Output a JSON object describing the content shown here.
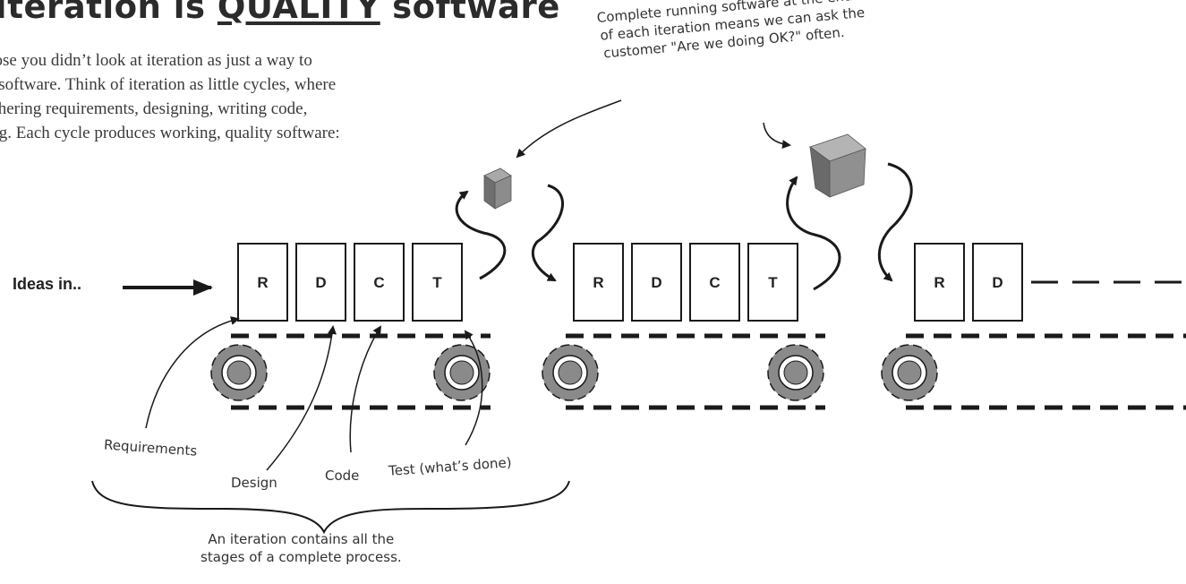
{
  "heading": {
    "prefix": "Iteration is ",
    "emphasis": "QUALITY",
    "suffix": " software"
  },
  "intro_lines": [
    "pose you didn’t look at iteration as just a way to",
    "g software. Think of iteration as little cycles, where",
    "athering requirements, designing, writing code,",
    "ing. Each cycle produces working, quality software:"
  ],
  "input_label": "Ideas in..",
  "annotations": {
    "top_note_lines": [
      "Complete running software at the end",
      "of each iteration means we can ask the",
      "customer \"Are we doing OK?\" often."
    ],
    "requirements": "Requirements",
    "design": "Design",
    "code": "Code",
    "test": "Test (what’s done)",
    "iteration_note_lines": [
      "An iteration contains all the",
      "stages of a complete process."
    ]
  },
  "iterations": [
    {
      "stages": [
        "R",
        "D",
        "C",
        "T"
      ]
    },
    {
      "stages": [
        "R",
        "D",
        "C",
        "T"
      ]
    },
    {
      "stages": [
        "R",
        "D"
      ]
    }
  ],
  "colors": {
    "ink": "#1a1a1a",
    "gear": "#8a8a8a",
    "cube": "#8c8c8c"
  }
}
